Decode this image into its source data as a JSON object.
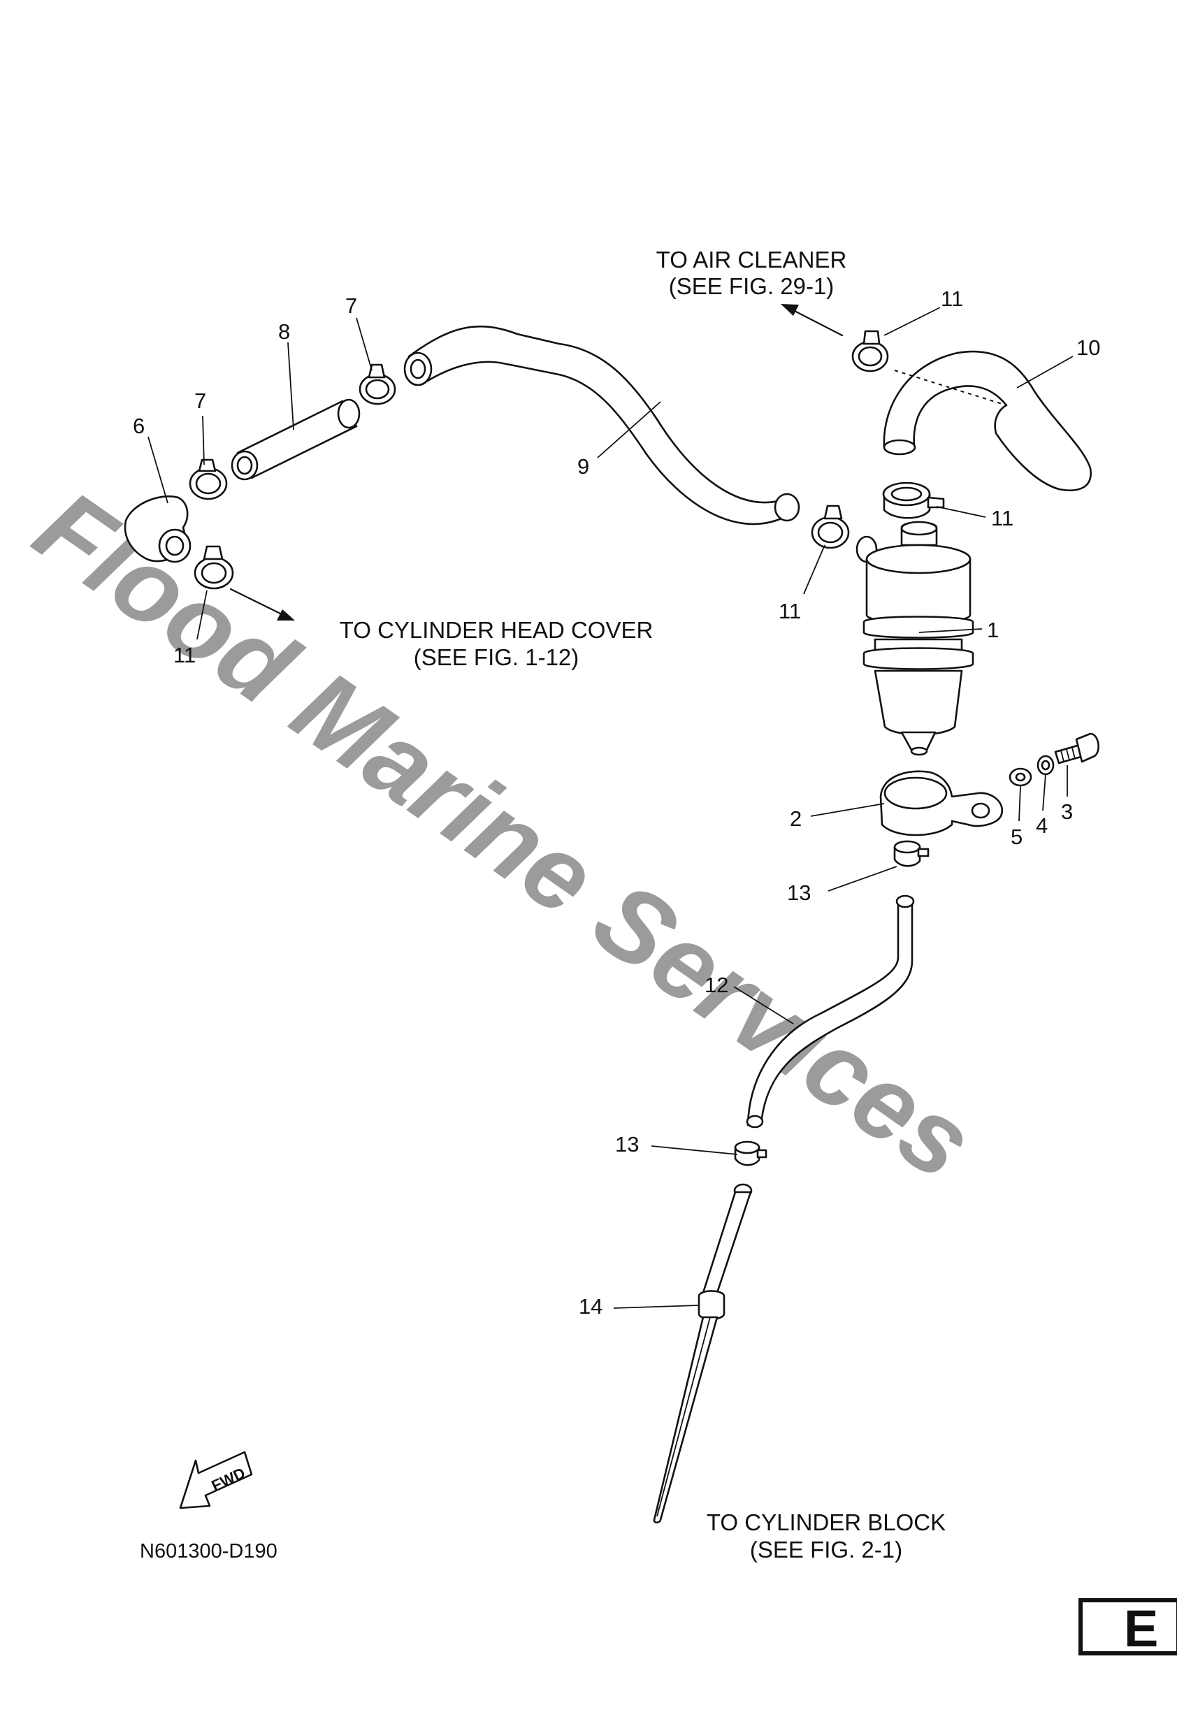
{
  "watermark": "Flood Marine Services",
  "callouts": {
    "c1": "1",
    "c2": "2",
    "c3": "3",
    "c4": "4",
    "c5": "5",
    "c6": "6",
    "c7a": "7",
    "c7b": "7",
    "c8": "8",
    "c9": "9",
    "c10": "10",
    "c11a": "11",
    "c11b": "11",
    "c11c": "11",
    "c11d": "11",
    "c12": "12",
    "c13a": "13",
    "c13b": "13",
    "c14": "14"
  },
  "notes": {
    "air_cleaner_1": "TO AIR CLEANER",
    "air_cleaner_2": "(SEE FIG. 29-1)",
    "head_cover_1": "TO CYLINDER HEAD COVER",
    "head_cover_2": "(SEE FIG. 1-12)",
    "block_1": "TO CYLINDER BLOCK",
    "block_2": "(SEE FIG. 2-1)"
  },
  "fwd_label": "FWD",
  "figure_code": "N601300-D190",
  "section_letter": "E"
}
